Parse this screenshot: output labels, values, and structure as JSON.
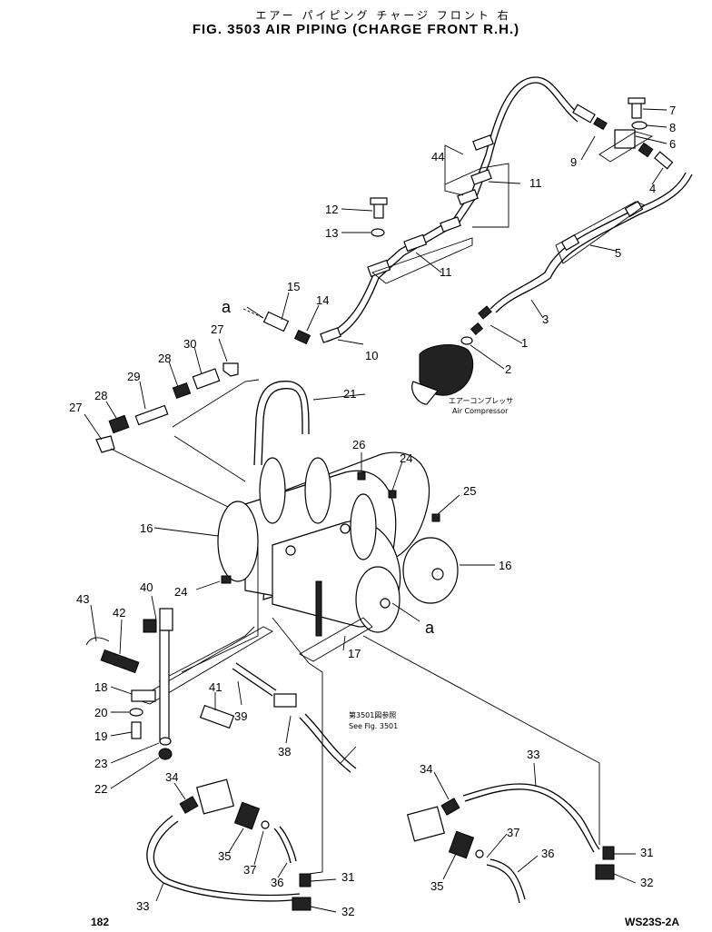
{
  "header": {
    "title_jp": "エアー パイピング  チャージ  フロント  右",
    "title_en": "FIG. 3503  AIR PIPING (CHARGE FRONT R.H.)"
  },
  "compressor": {
    "label_jp": "エアーコンプレッサ",
    "label_en": "Air Compressor"
  },
  "see_ref": {
    "jp": "第3501図参照",
    "en": "See Fig. 3501"
  },
  "ref_marks": {
    "a1": "a",
    "a2": "a"
  },
  "part_labels": [
    "1",
    "2",
    "3",
    "4",
    "5",
    "6",
    "7",
    "8",
    "9",
    "10",
    "11",
    "11",
    "12",
    "13",
    "14",
    "15",
    "16",
    "16",
    "17",
    "18",
    "19",
    "20",
    "21",
    "22",
    "23",
    "24",
    "24",
    "25",
    "26",
    "27",
    "27",
    "28",
    "28",
    "29",
    "30",
    "31",
    "31",
    "32",
    "32",
    "33",
    "33",
    "34",
    "34",
    "35",
    "35",
    "36",
    "36",
    "37",
    "37",
    "38",
    "39",
    "40",
    "41",
    "42",
    "43",
    "44"
  ],
  "footer": {
    "page_number": "182",
    "code": "WS23S-2A"
  }
}
